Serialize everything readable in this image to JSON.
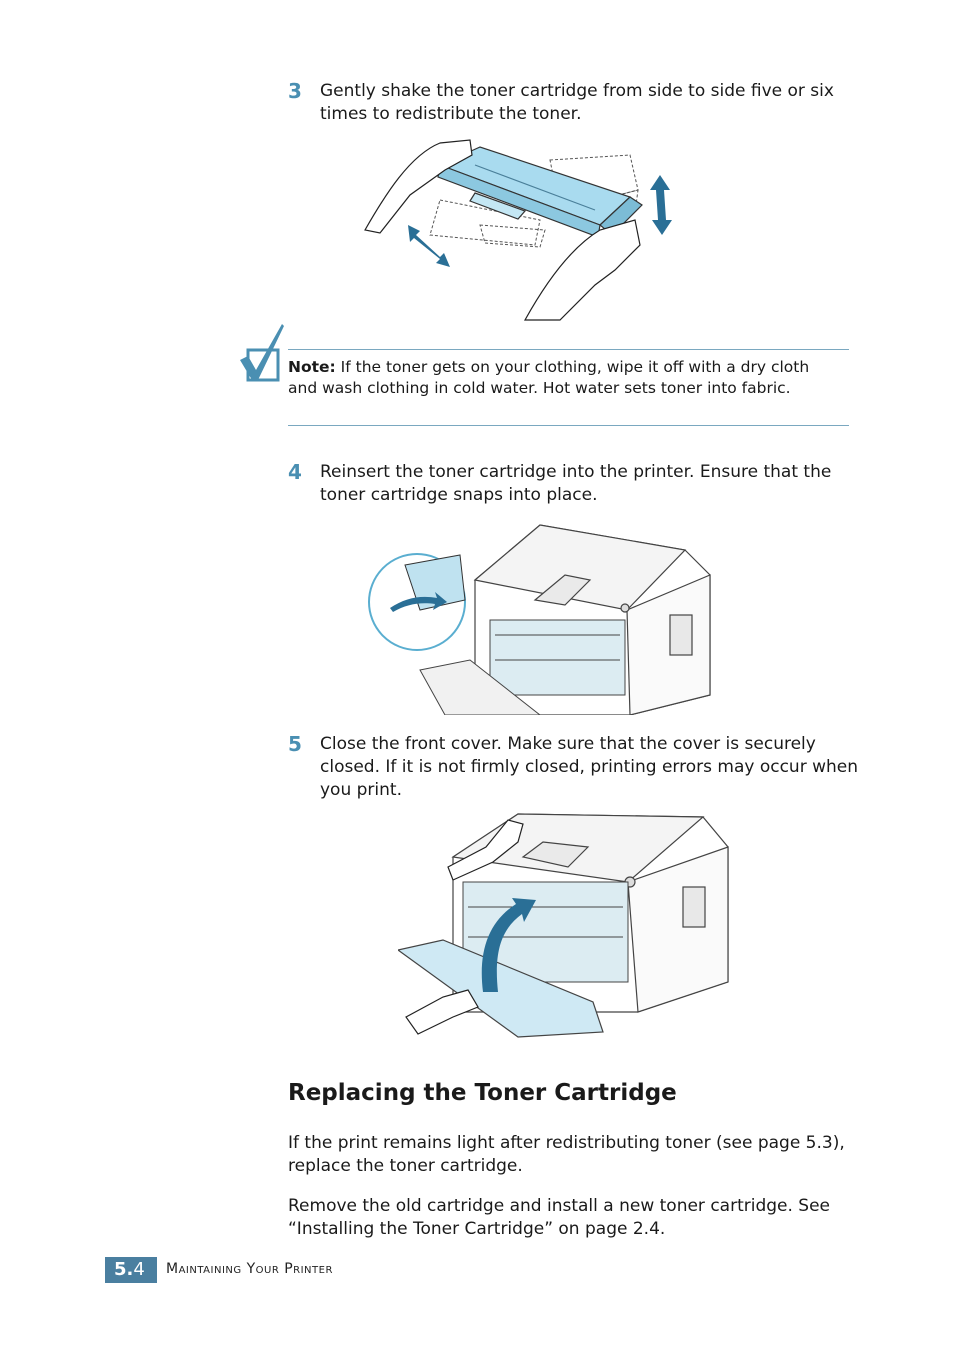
{
  "steps": [
    {
      "number": "3",
      "text": "Gently shake the toner cartridge from side to side five or six times to redistribute the toner."
    },
    {
      "number": "4",
      "text": "Reinsert the toner cartridge into the printer. Ensure that the toner cartridge snaps into place."
    },
    {
      "number": "5",
      "text": "Close the front cover. Make sure that the cover is securely closed. If it is not firmly closed, printing errors may occur when you print."
    }
  ],
  "note": {
    "label": "Note:",
    "text": " If the toner gets on your clothing, wipe it off with a dry cloth and wash clothing in cold water. Hot water sets toner into fabric."
  },
  "section": {
    "heading": "Replacing the Toner Cartridge",
    "paragraphs": [
      "If the print remains light after redistributing toner (see page 5.3), replace the toner cartridge.",
      "Remove the old cartridge and install a new toner cartridge. See “Installing the Toner Cartridge” on page 2.4."
    ]
  },
  "footer": {
    "page_major": "5.",
    "page_minor": "4",
    "title": "Maintaining Your Printer"
  },
  "colors": {
    "accent": "#4a8fb2",
    "cartridge": "#a9dbef",
    "arrow": "#2a6f96"
  }
}
